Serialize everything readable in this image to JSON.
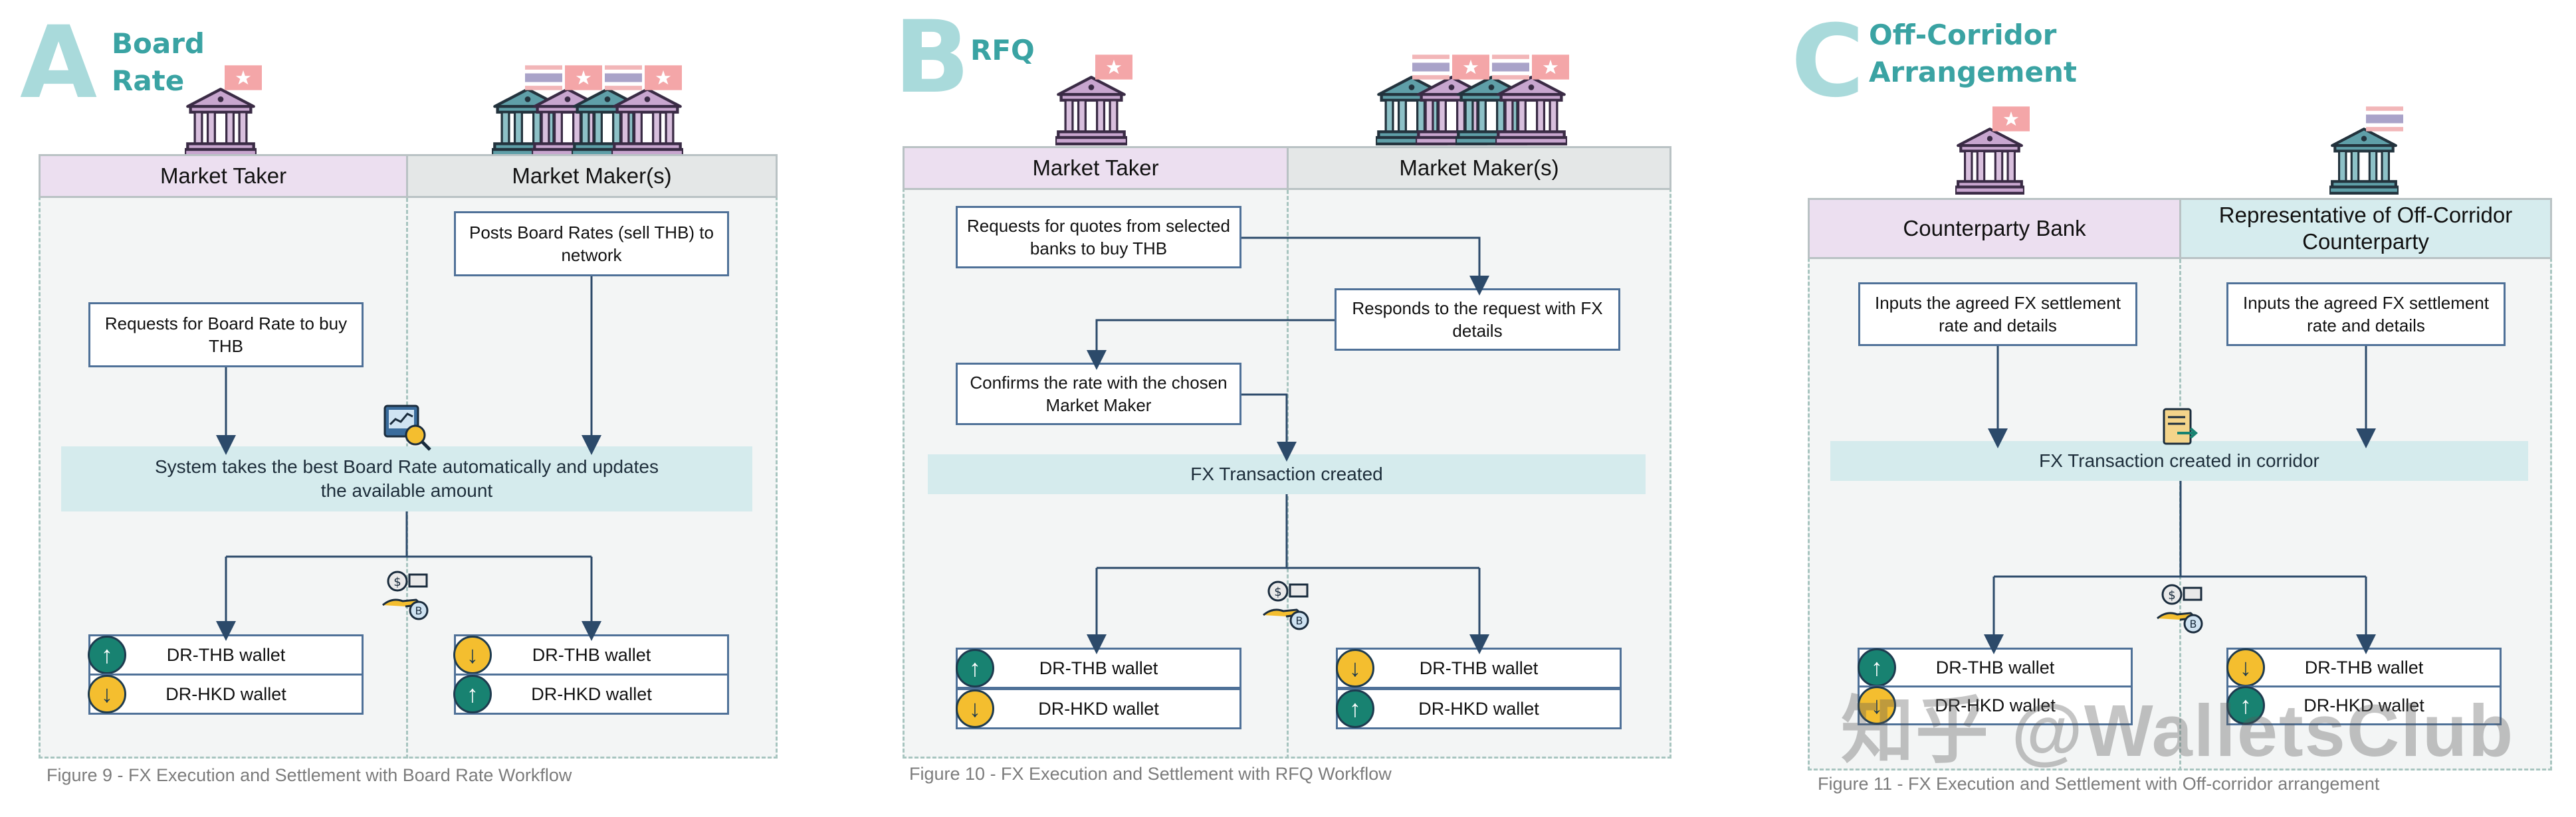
{
  "panels": [
    {
      "letter": "A",
      "title": "Board\nRate",
      "left_header": "Market Taker",
      "right_header": "Market Maker(s)",
      "boxes": [
        "Posts Board Rates (sell THB) to network",
        "Requests for Board Rate to buy THB"
      ],
      "band": "System takes the best Board Rate automatically and updates the available amount",
      "wallets": [
        "DR-THB wallet",
        "DR-HKD wallet",
        "DR-THB wallet",
        "DR-HKD wallet"
      ],
      "caption": "Figure 9 - FX Execution and Settlement with Board Rate Workflow"
    },
    {
      "letter": "B",
      "title": "RFQ",
      "left_header": "Market Taker",
      "right_header": "Market Maker(s)",
      "boxes": [
        "Requests for quotes from selected banks to buy THB",
        "Responds to the request with FX details",
        "Confirms the rate with the chosen Market Maker"
      ],
      "band": "FX Transaction created",
      "wallets": [
        "DR-THB wallet",
        "DR-HKD wallet",
        "DR-THB wallet",
        "DR-HKD wallet"
      ],
      "caption": "Figure 10 - FX Execution and Settlement with RFQ Workflow"
    },
    {
      "letter": "C",
      "title": "Off-Corridor\nArrangement",
      "left_header": "Counterparty Bank",
      "right_header": "Representative of Off-Corridor Counterparty",
      "boxes": [
        "Inputs the agreed FX settlement rate and details",
        "Inputs the agreed FX settlement rate and details"
      ],
      "band": "FX Transaction created in corridor",
      "wallets": [
        "DR-THB wallet",
        "DR-HKD wallet",
        "DR-THB wallet",
        "DR-HKD wallet"
      ],
      "caption": "Figure 11 - FX Execution and Settlement with Off-corridor arrangement"
    }
  ],
  "watermark": "知乎 @WalletsClub",
  "icons": {
    "bank": "bank-building-icon",
    "hk_flag": "hong-kong-flag-icon",
    "th_flag": "thailand-flag-icon",
    "analytics": "magnifier-analytics-icon",
    "settlement": "hand-coins-settlement-icon",
    "document": "document-exchange-icon",
    "up": "arrow-up-circle-icon",
    "down": "arrow-down-circle-icon"
  },
  "colors": {
    "letter": "#a9dadb",
    "title": "#3aa3a3",
    "taker_header": "#ecdff0",
    "maker_header": "#e4e7e7",
    "counterparty_header": "#d6ecee",
    "band": "#d5ebed",
    "box_border": "#4f7198",
    "arrow_up_green": "#188271",
    "arrow_down_yellow": "#f4be2f"
  }
}
